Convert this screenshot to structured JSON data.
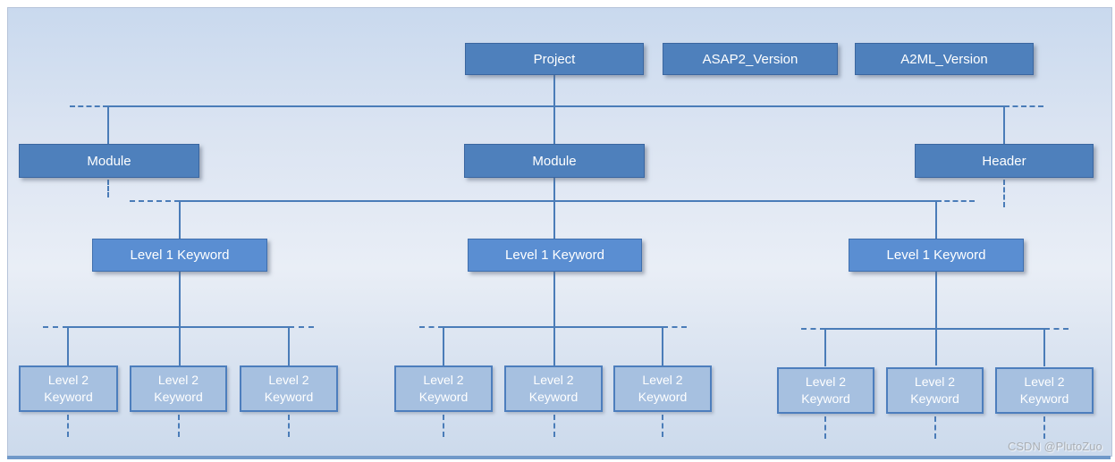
{
  "diagram": {
    "top_row": [
      {
        "id": "project",
        "label": "Project"
      },
      {
        "id": "asap2-version",
        "label": "ASAP2_Version"
      },
      {
        "id": "a2ml-version",
        "label": "A2ML_Version"
      }
    ],
    "module_row": [
      {
        "id": "module-left",
        "label": "Module"
      },
      {
        "id": "module-center",
        "label": "Module"
      },
      {
        "id": "header",
        "label": "Header"
      }
    ],
    "level1_row": [
      {
        "label": "Level 1 Keyword"
      },
      {
        "label": "Level 1 Keyword"
      },
      {
        "label": "Level 1 Keyword"
      }
    ],
    "level2_row": [
      {
        "line1": "Level 2",
        "line2": "Keyword"
      },
      {
        "line1": "Level 2",
        "line2": "Keyword"
      },
      {
        "line1": "Level 2",
        "line2": "Keyword"
      },
      {
        "line1": "Level 2",
        "line2": "Keyword"
      },
      {
        "line1": "Level 2",
        "line2": "Keyword"
      },
      {
        "line1": "Level 2",
        "line2": "Keyword"
      },
      {
        "line1": "Level 2",
        "line2": "Keyword"
      },
      {
        "line1": "Level 2",
        "line2": "Keyword"
      },
      {
        "line1": "Level 2",
        "line2": "Keyword"
      }
    ],
    "colors": {
      "node_primary": "#4e80bc",
      "node_level1": "#5a8ed2",
      "node_level2_fill": "#a6c0e0",
      "node_level2_border": "#4d7ebd",
      "connector": "#4a7cb8",
      "background_top": "#c9d9ee",
      "background_middle": "#e9eef6",
      "background_bottom": "#ccdaec"
    },
    "watermark": "CSDN @PlutoZuo"
  }
}
